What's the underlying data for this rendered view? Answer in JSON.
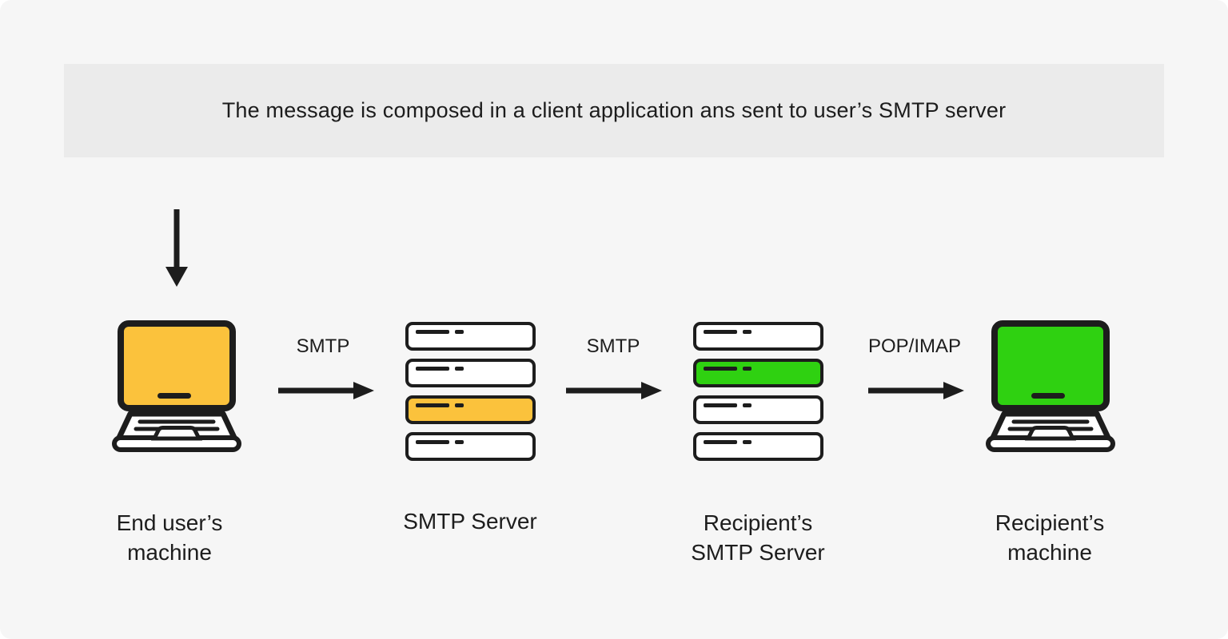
{
  "colors": {
    "page_bg": "#f6f6f6",
    "banner_bg": "#ebebeb",
    "ink": "#1d1d1d",
    "accent_yellow": "#fbc23c",
    "accent_green": "#2fd111",
    "row_white": "#ffffff"
  },
  "banner": {
    "text": "The message is composed in a client application ans sent to user’s SMTP server"
  },
  "links": [
    {
      "label": "SMTP"
    },
    {
      "label": "SMTP"
    },
    {
      "label": "POP/IMAP"
    }
  ],
  "nodes": [
    {
      "type": "laptop",
      "label": "End user’s\nmachine",
      "screen_color": "#fbc23c"
    },
    {
      "type": "server-stack",
      "label": "SMTP Server",
      "rows": [
        {
          "fill": "#ffffff"
        },
        {
          "fill": "#ffffff"
        },
        {
          "fill": "#fbc23c"
        },
        {
          "fill": "#ffffff"
        }
      ]
    },
    {
      "type": "server-stack",
      "label": "Recipient’s\nSMTP Server",
      "rows": [
        {
          "fill": "#ffffff"
        },
        {
          "fill": "#2fd111"
        },
        {
          "fill": "#ffffff"
        },
        {
          "fill": "#ffffff"
        }
      ]
    },
    {
      "type": "laptop",
      "label": "Recipient’s\nmachine",
      "screen_color": "#2fd111"
    }
  ]
}
